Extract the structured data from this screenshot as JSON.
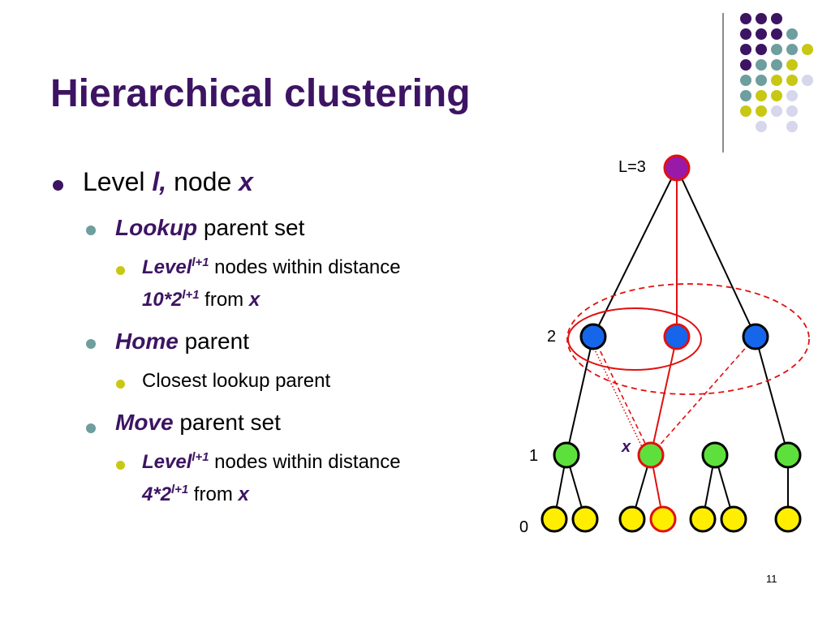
{
  "title": "Hierarchical clustering",
  "bullets": {
    "b1": {
      "text1": "Level ",
      "var_l": "l",
      "comma": ",",
      "text2": " node ",
      "var_x": "x"
    },
    "b2": {
      "kw": "Lookup",
      "text": " parent set"
    },
    "b3": {
      "kw": "Level",
      "sup": "l+1",
      "text": " nodes within distance",
      "expr": "10*2",
      "sup2": "l+1",
      "from": " from ",
      "var_x": "x"
    },
    "b4": {
      "kw": "Home",
      "text": " parent"
    },
    "b5": {
      "text": "Closest lookup parent"
    },
    "b6": {
      "kw": "Move",
      "text": " parent set"
    },
    "b7": {
      "kw": "Level",
      "sup": "l+1",
      "text": " nodes within distance",
      "expr": "4*2",
      "sup2": "l+1",
      "from": " from ",
      "var_x": "x"
    }
  },
  "diagram": {
    "top_label": "L=3",
    "level_labels": [
      "2",
      "1",
      "0"
    ],
    "node_x_label": "x"
  },
  "colors": {
    "title": "#3d1463",
    "purple_node": "#9a1aa8",
    "blue_node": "#1566ea",
    "green_node": "#5ee03c",
    "yellow_node": "#ffee00",
    "highlight_red": "#e01010",
    "teal": "#6e9e9e",
    "olive": "#c8c814",
    "lavender": "#d6d6ec"
  },
  "page_number": "11"
}
